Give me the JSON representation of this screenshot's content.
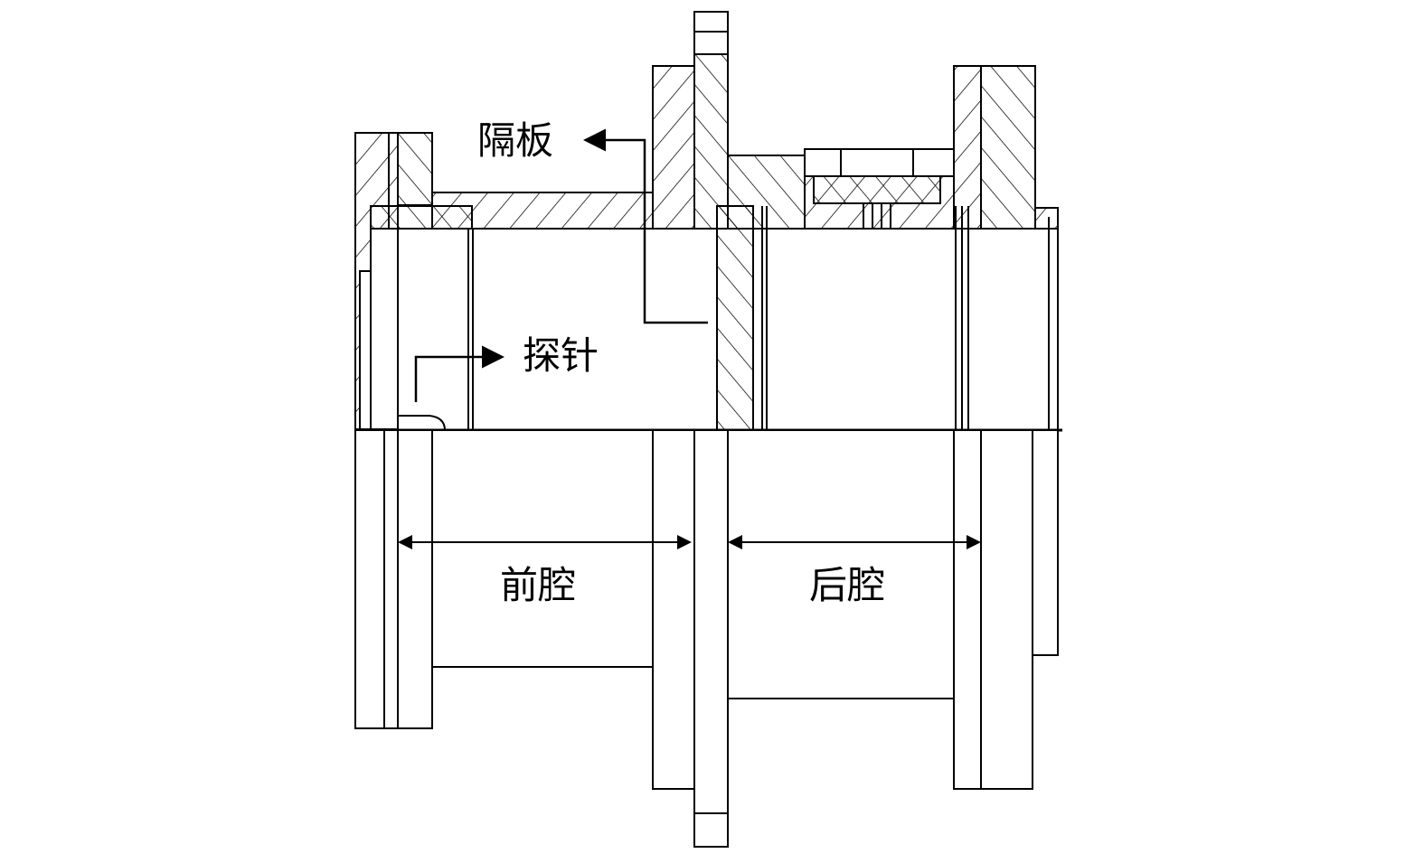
{
  "labels": {
    "partition": "隔板",
    "probe": "探针",
    "front_cavity": "前腔",
    "rear_cavity": "后腔"
  }
}
